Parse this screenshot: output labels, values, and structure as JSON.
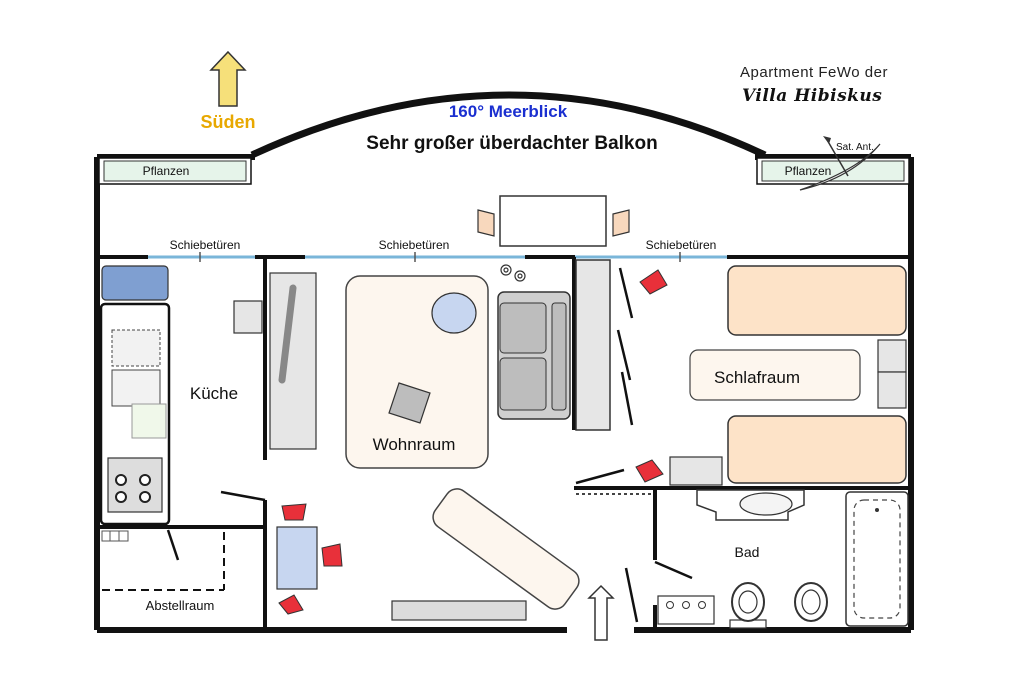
{
  "compass": {
    "label": "Süden"
  },
  "brand": {
    "line1": "Apartment FeWo der",
    "line2": "Villa Hibiskus"
  },
  "balcony": {
    "view": "160° Meerblick",
    "title": "Sehr großer überdachter Balkon"
  },
  "planters": {
    "left": "Pflanzen",
    "right": "Pflanzen"
  },
  "satellite": {
    "label": "Sat. Ant."
  },
  "doors": {
    "sliding_left": "Schiebetüren",
    "sliding_middle": "Schiebetüren",
    "sliding_right": "Schiebetüren"
  },
  "rooms": {
    "kitchen": "Küche",
    "living": "Wohnraum",
    "bedroom": "Schlafraum",
    "bath": "Bad",
    "storage": "Abstellraum"
  },
  "colors": {
    "wall": "#111111",
    "compass_arrow": "#f6e07a",
    "compass_text": "#e8a800",
    "view_text": "#1a2fd0",
    "planter_fill": "#e6f4ea",
    "bed_fill": "#fde3c8",
    "table_fill": "#c7d6f0",
    "chair_red": "#e8303a",
    "sofa_gray": "#c8c8c8"
  }
}
